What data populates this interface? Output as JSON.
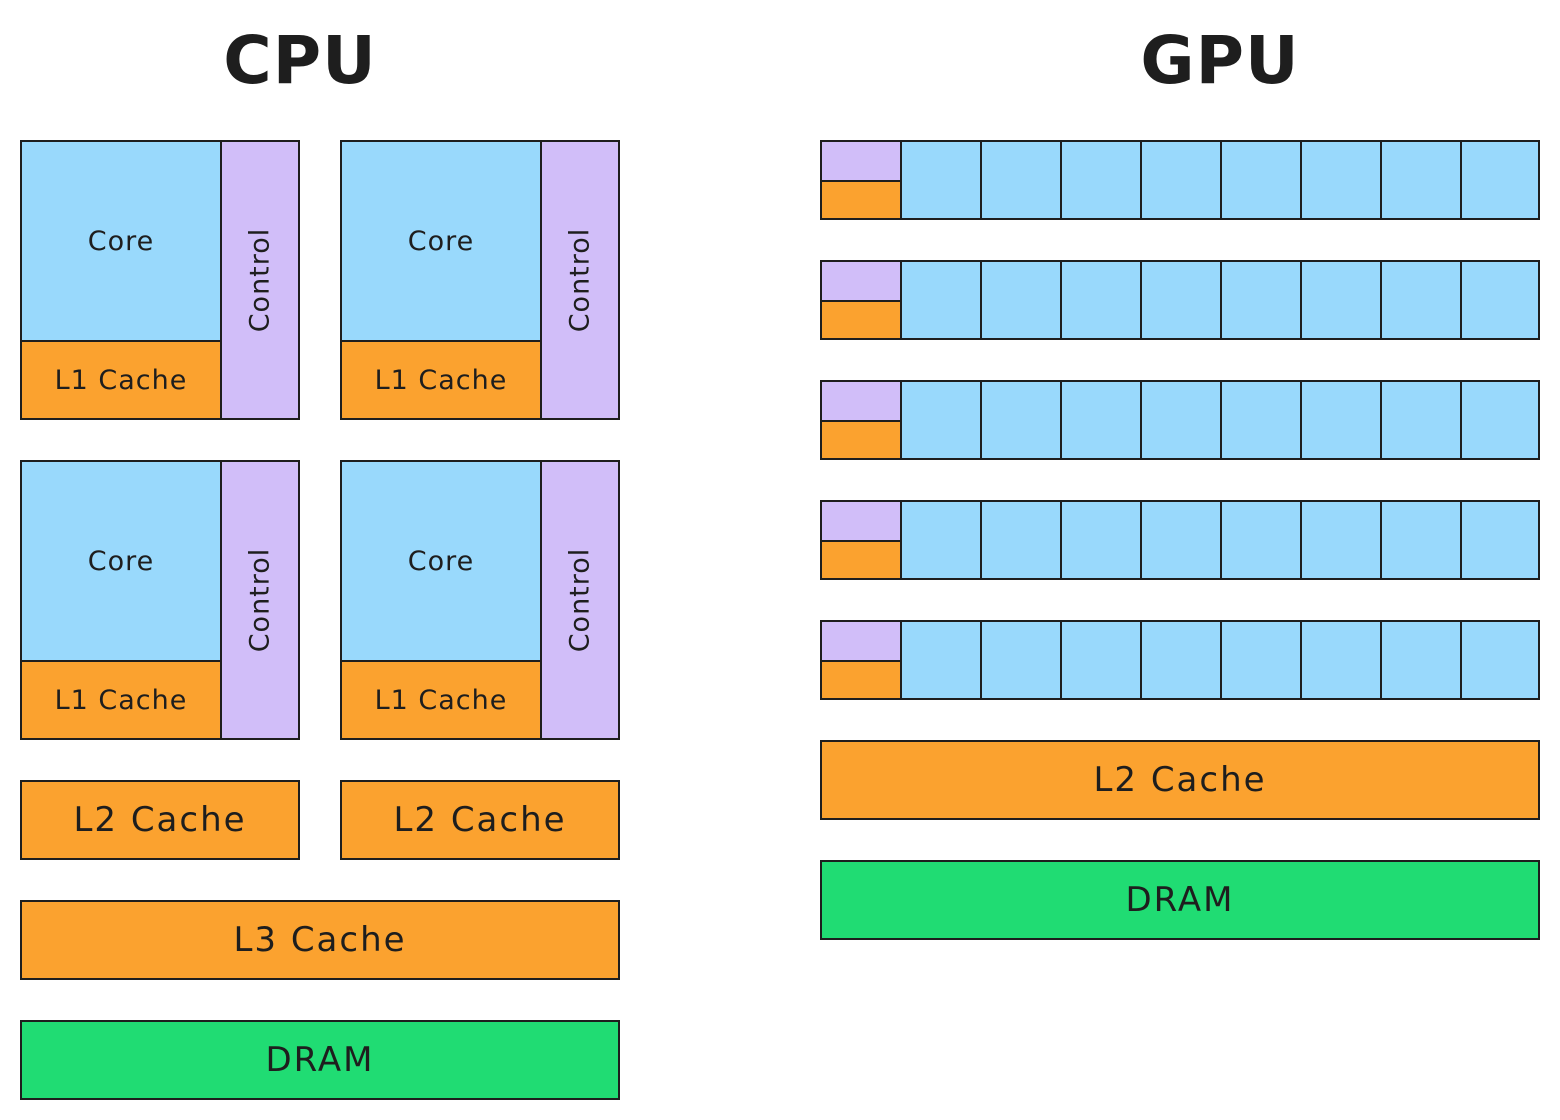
{
  "cpu": {
    "title": "CPU",
    "cores": [
      {
        "core": "Core",
        "l1": "L1 Cache",
        "control": "Control"
      },
      {
        "core": "Core",
        "l1": "L1 Cache",
        "control": "Control"
      },
      {
        "core": "Core",
        "l1": "L1 Cache",
        "control": "Control"
      },
      {
        "core": "Core",
        "l1": "L1 Cache",
        "control": "Control"
      }
    ],
    "l2": [
      "L2 Cache",
      "L2 Cache"
    ],
    "l3": "L3 Cache",
    "dram": "DRAM"
  },
  "gpu": {
    "title": "GPU",
    "rows": 5,
    "cores_per_row": 8,
    "l2": "L2 Cache",
    "dram": "DRAM"
  },
  "colors": {
    "core": "#99d9fc",
    "cache": "#fba22f",
    "control": "#d1bef9",
    "dram": "#20dc73",
    "outline": "#1e1e1e"
  }
}
